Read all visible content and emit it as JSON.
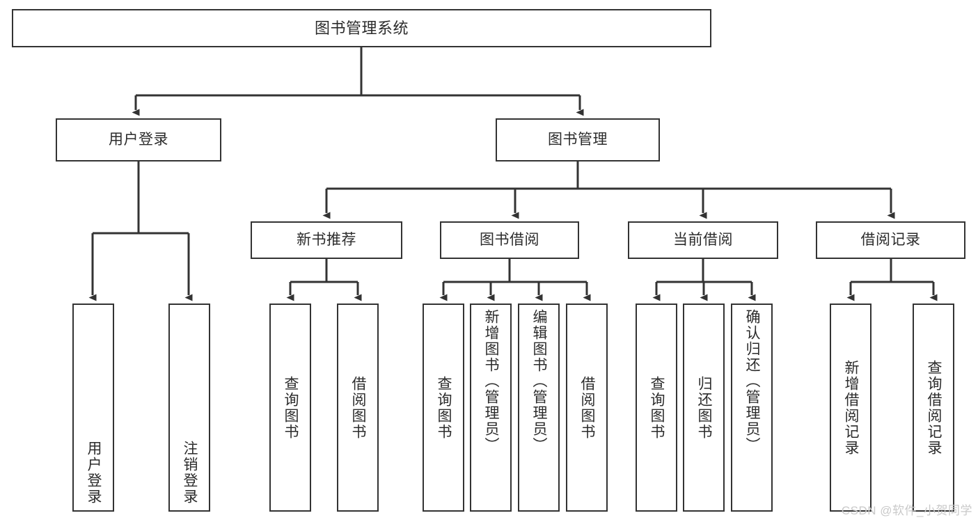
{
  "diagram": {
    "title": "图书管理系统",
    "type": "hierarchy-tree",
    "watermark": "CSDN @软件_小贺同学",
    "colors": {
      "box_border": "#333333",
      "box_fill": "#ffffff",
      "edge": "#333333",
      "text": "#2b2b2b",
      "watermark": "#c9c9c9",
      "background": "#ffffff"
    },
    "nodes": {
      "root": {
        "label": "图书管理系统"
      },
      "level2": [
        {
          "id": "user-login",
          "label": "用户登录"
        },
        {
          "id": "book-management",
          "label": "图书管理"
        }
      ],
      "level3": [
        {
          "id": "new-book-recommend",
          "label": "新书推荐"
        },
        {
          "id": "book-borrow",
          "label": "图书借阅"
        },
        {
          "id": "current-borrow",
          "label": "当前借阅"
        },
        {
          "id": "borrow-record",
          "label": "借阅记录"
        }
      ],
      "leaves": {
        "user_login": [
          {
            "id": "leaf-user-login",
            "label": "用户登录"
          },
          {
            "id": "leaf-logout-login",
            "label": "注销登录"
          }
        ],
        "new_book_recommend": [
          {
            "id": "leaf-query-book-1",
            "label": "查询图书"
          },
          {
            "id": "leaf-borrow-book-1",
            "label": "借阅图书"
          }
        ],
        "book_borrow": [
          {
            "id": "leaf-query-book-2",
            "label": "查询图书"
          },
          {
            "id": "leaf-add-book",
            "label": "新增图书（管理员）"
          },
          {
            "id": "leaf-edit-book",
            "label": "编辑图书（管理员）"
          },
          {
            "id": "leaf-borrow-book-2",
            "label": "借阅图书"
          }
        ],
        "current_borrow": [
          {
            "id": "leaf-query-book-3",
            "label": "查询图书"
          },
          {
            "id": "leaf-return-book",
            "label": "归还图书"
          },
          {
            "id": "leaf-confirm-return",
            "label": "确认归还（管理员）"
          }
        ],
        "borrow_record": [
          {
            "id": "leaf-add-record",
            "label": "新增借阅记录"
          },
          {
            "id": "leaf-query-record",
            "label": "查询借阅记录"
          }
        ]
      }
    }
  }
}
